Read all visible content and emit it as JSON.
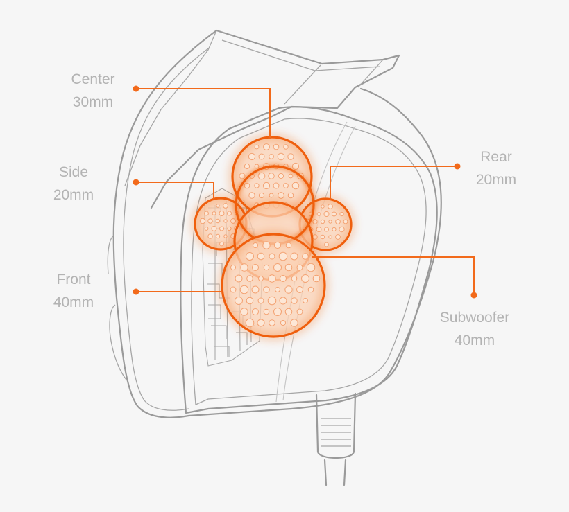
{
  "labels": {
    "center": {
      "name": "Center",
      "size": "30mm"
    },
    "side": {
      "name": "Side",
      "size": "20mm"
    },
    "front": {
      "name": "Front",
      "size": "40mm"
    },
    "rear": {
      "name": "Rear",
      "size": "20mm"
    },
    "subwoofer": {
      "name": "Subwoofer",
      "size": "40mm"
    }
  },
  "colors": {
    "background": "#f6f6f6",
    "accent": "#f26a1b",
    "label_text": "#b3b3b3",
    "outline": "#9a9a9a"
  }
}
